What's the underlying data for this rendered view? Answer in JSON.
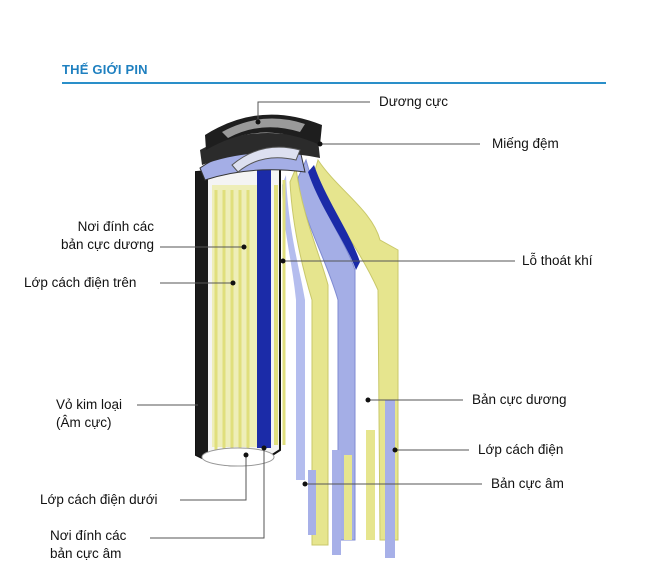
{
  "header": {
    "title": "THẾ GIỚI PIN"
  },
  "colors": {
    "accent": "#2a8fc9",
    "yellow": "#e8e79a",
    "blue_dark": "#1b2ba8",
    "lavender": "#9aa6e3",
    "casing": "#1a1a1a"
  },
  "labels": {
    "positive_terminal": "Dương cực",
    "gasket": "Miếng đệm",
    "positive_tab": [
      "Nơi đính các",
      "bản cực dương"
    ],
    "upper_insulator": "Lớp cách điện trên",
    "vent": "Lỗ thoát khí",
    "metal_case": [
      "Vỏ kim loại",
      "(Âm cực)"
    ],
    "positive_plate": "Bản cực dương",
    "separator": "Lớp cách điện",
    "negative_plate": "Bản cực âm",
    "lower_insulator": "Lớp cách điện dưới",
    "negative_tab": [
      "Nơi đính các",
      "bản cực âm"
    ]
  }
}
